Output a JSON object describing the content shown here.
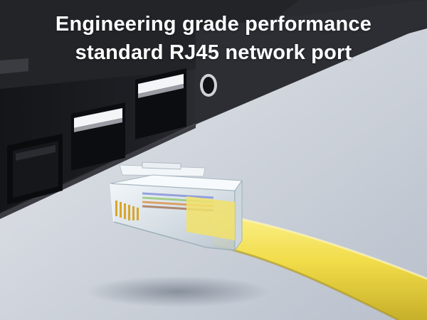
{
  "headline": {
    "line1": "Engineering grade performance",
    "line2": "standard RJ45 network port"
  },
  "colors": {
    "laptop_body": "#1c1d21",
    "laptop_edge": "#2f3036",
    "background": "#d3d7de",
    "cable": "#f3e25a",
    "cable_shadow": "#c9b52c",
    "connector_clear": "#e8eef2",
    "headline_text": "#ffffff"
  },
  "objects": [
    "laptop-side-panel",
    "rj45-network-port",
    "usb-port-lower",
    "usb-port-upper",
    "audio-jack",
    "rj45-connector-plug",
    "yellow-ethernet-cable"
  ]
}
